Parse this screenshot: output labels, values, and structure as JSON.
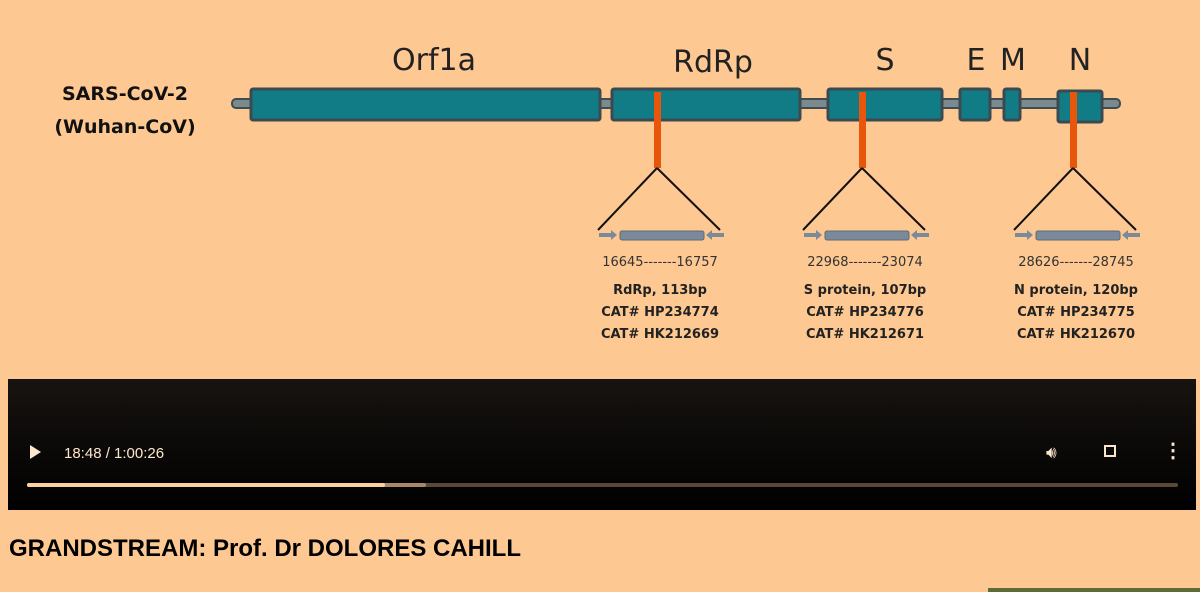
{
  "diagram": {
    "virus_name_line1": "SARS-CoV-2",
    "virus_name_line2": "(Wuhan-CoV)",
    "genes": [
      "Orf1a",
      "RdRp",
      "S",
      "E",
      "M",
      "N"
    ],
    "targets": [
      {
        "range": "16645-------16757",
        "name": "RdRp, 113bp",
        "cat1": "CAT# HP234774",
        "cat2": "CAT# HK212669"
      },
      {
        "range": "22968-------23074",
        "name": "S protein, 107bp",
        "cat1": "CAT# HP234776",
        "cat2": "CAT# HK212671"
      },
      {
        "range": "28626-------28745",
        "name": "N protein, 120bp",
        "cat1": "CAT# HP234775",
        "cat2": "CAT# HK212670"
      }
    ],
    "colors": {
      "gene": "#127c86",
      "marker": "#e8560c",
      "primer": "#7b8a9a"
    }
  },
  "player": {
    "time_display": "18:48 / 1:00:26",
    "played_fraction": 0.311,
    "buffered_fraction": 0.347,
    "play_icon": "play-icon",
    "volume_icon": "volume-icon",
    "fullscreen_icon": "fullscreen-icon",
    "more_icon": "more-vert-icon"
  },
  "video_title": "GRANDSTREAM: Prof. Dr DOLORES CAHILL"
}
